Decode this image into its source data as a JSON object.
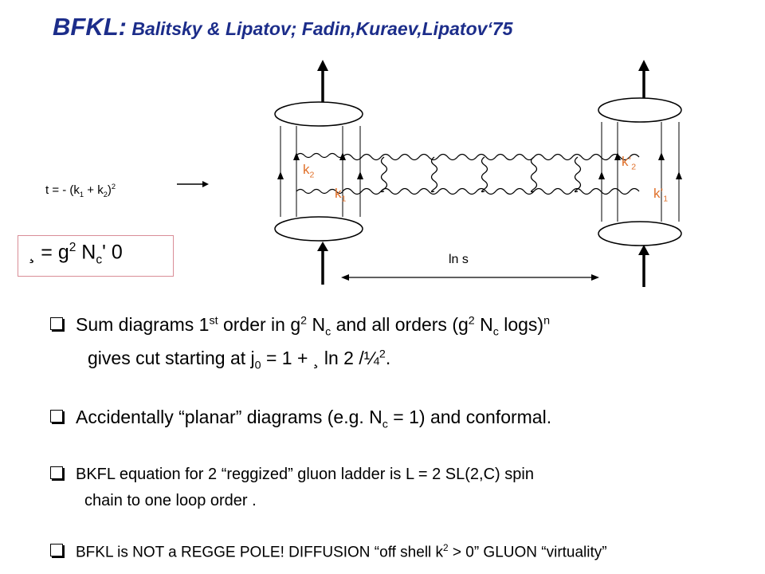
{
  "title": {
    "main": "BFKL:",
    "sub": " Balitsky & Lipatov; Fadin,Kuraev,Lipatov‘75"
  },
  "formula_t": {
    "prefix": "t = - (k",
    "s1": "1",
    "mid": " + k",
    "s2": "2",
    "close": ")",
    "exp": "2"
  },
  "lambda": {
    "prefix": "¸ = g",
    "exp": "2",
    "mid": " N",
    "sub": "c",
    "suffix": "' 0"
  },
  "diagram": {
    "k2": {
      "base": "k",
      "sub": "2"
    },
    "k1": {
      "base": "k",
      "sub": "1"
    },
    "kp2": {
      "base": "k’",
      "sub": "2"
    },
    "kp1": {
      "base": "k’",
      "sub": "1"
    },
    "ln_s": "ln s"
  },
  "bullets": {
    "b1_line1": {
      "a": "Sum diagrams  1",
      "sup1": "st",
      "b": " order in g",
      "sup2": "2",
      "c": " N",
      "sub1": "c",
      "d": "  and all orders  (g",
      "sup3": "2",
      "e": " N",
      "sub2": "c",
      "f": " logs)",
      "sup4": "n"
    },
    "b1_line2": {
      "a": "gives  cut starting at  j",
      "sub1": "0",
      "b": " = 1 + ¸ ln 2 /¼",
      "sup1": "2",
      "c": "."
    },
    "b2": {
      "a": "Accidentally  “planar” diagrams (e.g. N",
      "sub1": "c",
      "b": " = 1) and conformal."
    },
    "b3_line1": "BKFL equation for 2 “reggized” gluon ladder is L = 2  SL(2,C) spin",
    "b3_line2": "chain to one loop order .",
    "b4": {
      "a": "BFKL is NOT a REGGE POLE!   DIFFUSION “off shell k",
      "sup1": "2",
      "b": " > 0”  GLUON “virtuality”"
    }
  }
}
